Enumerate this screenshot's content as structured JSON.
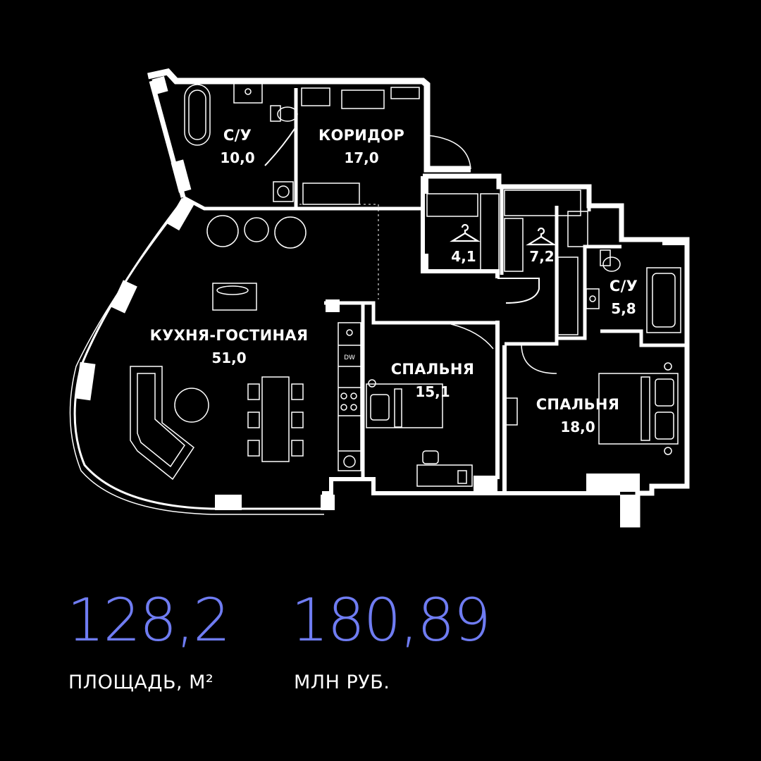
{
  "rooms": {
    "bathroom_1": {
      "label": "С/У",
      "area": "10,0"
    },
    "corridor": {
      "label": "КОРИДОР",
      "area": "17,0"
    },
    "wardrobe_1": {
      "area": "4,1"
    },
    "wardrobe_2": {
      "area": "7,2"
    },
    "bathroom_2": {
      "label": "С/У",
      "area": "5,8"
    },
    "kitchen_living": {
      "label": "КУХНЯ-ГОСТИНАЯ",
      "area": "51,0"
    },
    "bedroom_1": {
      "label": "СПАЛЬНЯ",
      "area": "15,1"
    },
    "bedroom_2": {
      "label": "СПАЛЬНЯ",
      "area": "18,0"
    }
  },
  "appliance_label": "DW",
  "icons": {
    "wardrobe": "clothes-hanger-icon"
  },
  "stats": {
    "area": {
      "value": "128,2",
      "label": "ПЛОЩАДЬ, М²"
    },
    "price": {
      "value": "180,89",
      "label": "МЛН РУБ."
    }
  },
  "colors": {
    "background": "#000000",
    "accent": "#6f7cf2",
    "lines": "#ffffff"
  }
}
